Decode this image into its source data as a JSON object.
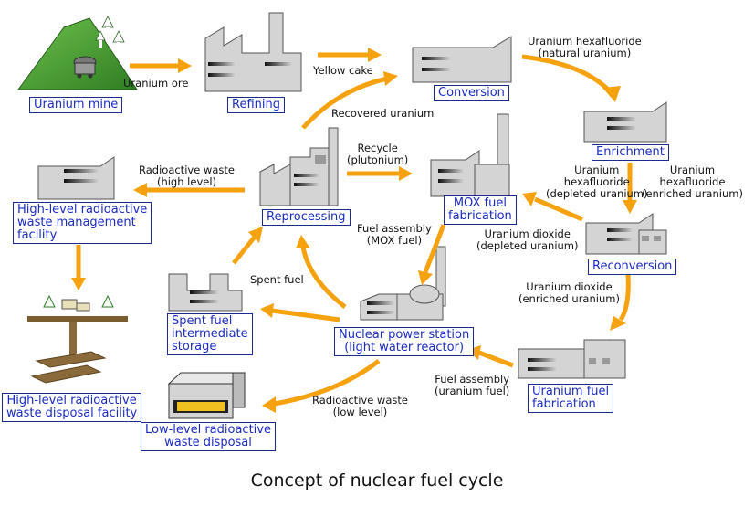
{
  "title": "Concept of nuclear fuel cycle",
  "colors": {
    "arrow": "#f5a20e",
    "box_text": "#1a2bbf",
    "box_border": "#1a2b8f",
    "building": "#d4d4d4",
    "mountain": "#3a8a2e"
  },
  "nodes": {
    "uranium_mine": "Uranium mine",
    "refining": "Refining",
    "conversion": "Conversion",
    "enrichment": "Enrichment",
    "reconversion": "Reconversion",
    "uranium_fuel_fabrication": [
      "Uranium fuel",
      "fabrication"
    ],
    "mox_fuel_fabrication": [
      "MOX fuel",
      "fabrication"
    ],
    "reprocessing": "Reprocessing",
    "nuclear_power_station": [
      "Nuclear power station",
      "(light water reactor)"
    ],
    "spent_fuel_storage": [
      "Spent fuel",
      "intermediate",
      "storage"
    ],
    "low_level_disposal": [
      "Low-level radioactive",
      "waste disposal"
    ],
    "hlw_management": [
      "High-level radioactive",
      "waste management",
      "facility"
    ],
    "hlw_disposal": [
      "High-level radioactive",
      "waste disposal facility"
    ]
  },
  "flows": {
    "uranium_ore": "Uranium ore",
    "yellow_cake": "Yellow cake",
    "uranium_hexafluoride_natural": [
      "Uranium hexafluoride",
      "(natural uranium)"
    ],
    "uranium_hexafluoride_depleted": [
      "Uranium",
      "hexafluoride",
      "(depleted uranium)"
    ],
    "uranium_hexafluoride_enriched": [
      "Uranium",
      "hexafluoride",
      "(enriched uranium)"
    ],
    "uranium_dioxide_depleted": [
      "Uranium dioxide",
      "(depleted uranium)"
    ],
    "uranium_dioxide_enriched": [
      "Uranium dioxide",
      "(enriched uranium)"
    ],
    "fuel_assembly_uranium": [
      "Fuel assembly",
      "(uranium fuel)"
    ],
    "fuel_assembly_mox": [
      "Fuel assembly",
      "(MOX fuel)"
    ],
    "recovered_uranium": "Recovered uranium",
    "recycle_plutonium": [
      "Recycle",
      "(plutonium)"
    ],
    "radioactive_waste_high": [
      "Radioactive waste",
      "(high level)"
    ],
    "spent_fuel": "Spent fuel",
    "radioactive_waste_low": [
      "Radioactive waste",
      "(low level)"
    ]
  }
}
